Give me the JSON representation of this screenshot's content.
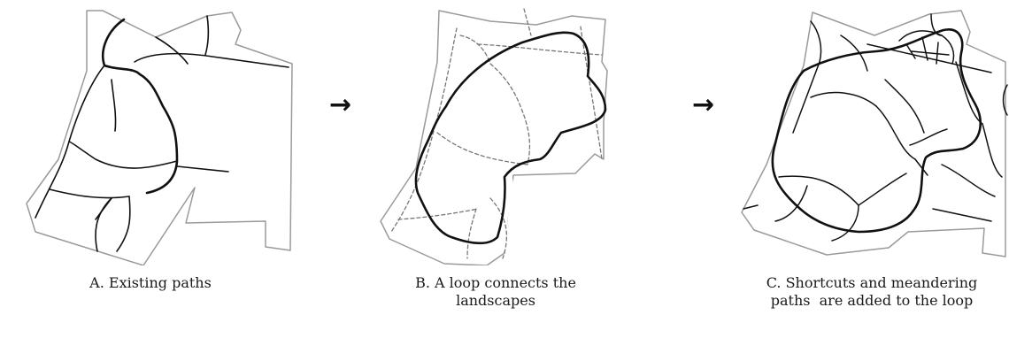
{
  "arrows": [
    "→",
    "→"
  ],
  "captions": {
    "a": "A. Existing paths",
    "b_line1": "B. A loop connects the",
    "b_line2": "landscapes",
    "c_line1": "C. Shortcuts and meandering",
    "c_line2": "paths  are added to the loop"
  },
  "colors": {
    "ink": "#111111",
    "outline": "#9a9a9a",
    "fill": "#e6e6e6",
    "dashed": "#777777"
  }
}
